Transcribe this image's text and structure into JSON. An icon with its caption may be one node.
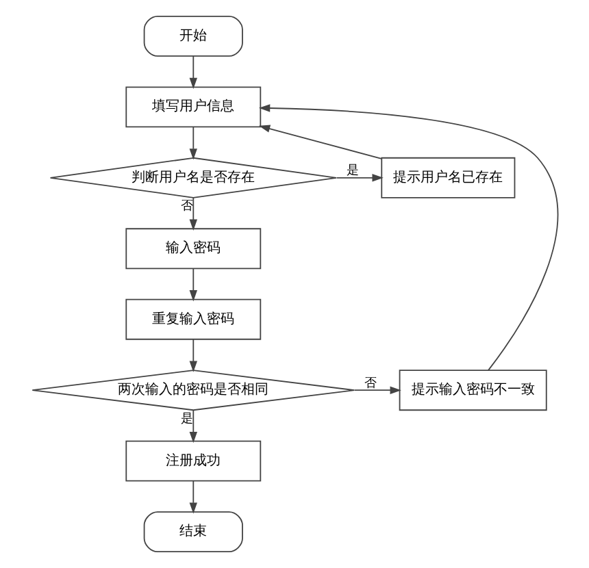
{
  "diagram": {
    "nodes": [
      {
        "text": [
          "开始"
        ]
      },
      {
        "text": [
          "填写用户信息"
        ]
      },
      {
        "text": [
          "判断用户名是否存在"
        ]
      },
      {
        "text": [
          "提示用户名已存在"
        ]
      },
      {
        "text": [
          "输入密码"
        ]
      },
      {
        "text": [
          "重复输入密码"
        ]
      },
      {
        "text": [
          "两次输入的密码是否相同"
        ]
      },
      {
        "text": [
          "提示输入密码不一致"
        ]
      },
      {
        "text": [
          "注册成功"
        ]
      },
      {
        "text": [
          "结束"
        ]
      }
    ],
    "edges": [
      {
        "from": 0,
        "to": 1,
        "arrow": "to"
      },
      {
        "from": 1,
        "to": 2,
        "arrow": "to"
      },
      {
        "from": 2,
        "to": 3,
        "arrow": "to",
        "label": "是"
      },
      {
        "from": 3,
        "to": 1,
        "arrow": "to"
      },
      {
        "from": 2,
        "to": 4,
        "arrow": "to",
        "label": "否"
      },
      {
        "from": 4,
        "to": 5,
        "arrow": "to"
      },
      {
        "from": 5,
        "to": 6,
        "arrow": "to"
      },
      {
        "from": 6,
        "to": 7,
        "arrow": "to",
        "label": "否"
      },
      {
        "from": 7,
        "to": 1,
        "arrow": "to"
      },
      {
        "from": 6,
        "to": 8,
        "arrow": "to",
        "label": "是"
      },
      {
        "from": 8,
        "to": 9,
        "arrow": "to"
      }
    ]
  }
}
